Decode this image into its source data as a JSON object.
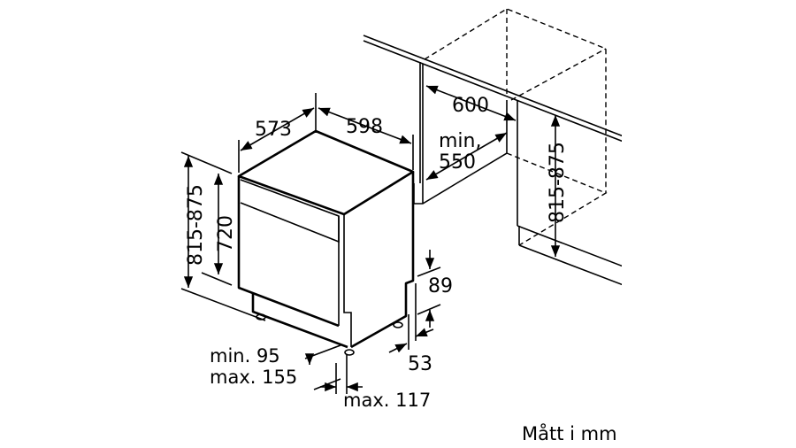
{
  "dimensions": {
    "depth": "573",
    "width": "598",
    "height_range_left": "815-875",
    "body_height": "720",
    "niche_width": "600",
    "niche_depth_label": "min,",
    "niche_depth_value": "550",
    "height_range_right": "815-875",
    "plinth_height": "89",
    "plinth_depth": "53",
    "foot_min": "min. 95",
    "foot_max": "max. 155",
    "door_clearance": "max. 117"
  },
  "units_note": "Mått i mm"
}
